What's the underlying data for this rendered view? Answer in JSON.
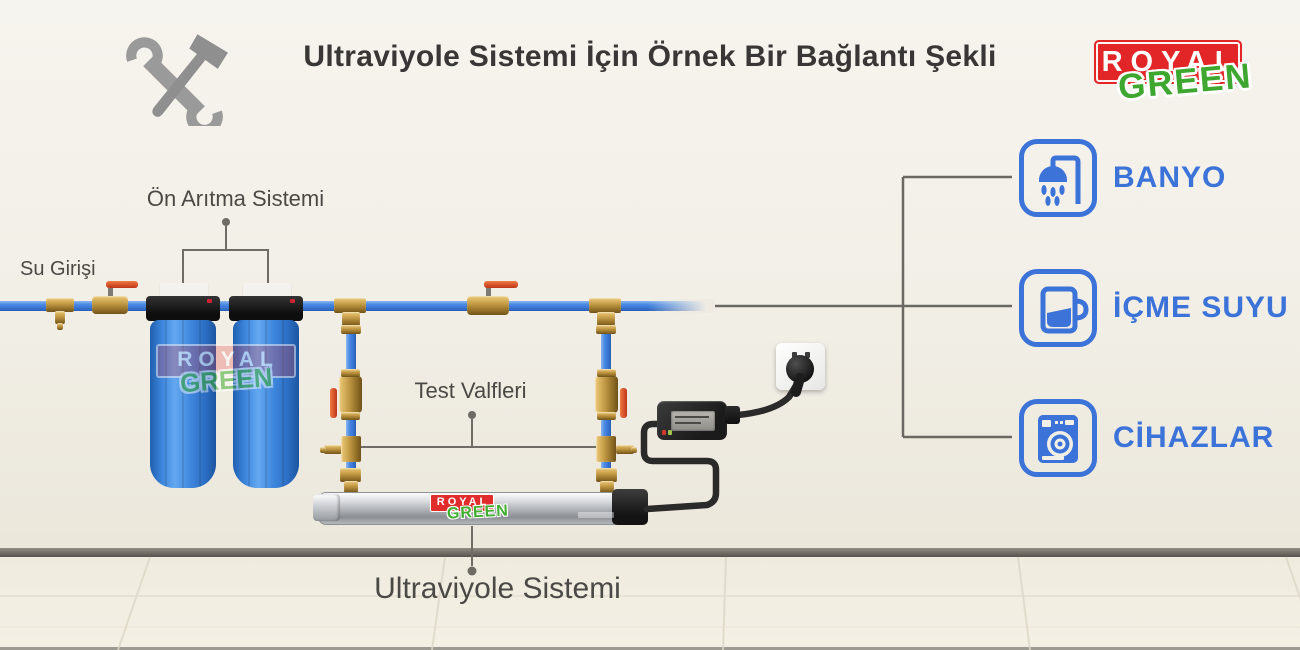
{
  "header": {
    "title": "Ultraviyole Sistemi İçin Örnek Bir Bağlantı Şekli",
    "logo": {
      "royal": "ROYAL",
      "green": "GREEN"
    }
  },
  "annotations": {
    "su_girisi": "Su Girişi",
    "on_aritma": "Ön Arıtma Sistemi",
    "test_valfleri": "Test Valfleri",
    "ultraviyole": "Ultraviyole Sistemi"
  },
  "outputs": [
    {
      "label": "BANYO",
      "icon": "shower-icon"
    },
    {
      "label": "İÇME SUYU",
      "icon": "drinking-water-icon"
    },
    {
      "label": "CİHAZLAR",
      "icon": "washing-machine-icon"
    }
  ],
  "watermarks": {
    "filters": {
      "royal": "ROYAL",
      "green": "GREEN"
    },
    "uv_unit": {
      "royal": "ROYAL",
      "green": "GREEN"
    }
  },
  "colors": {
    "accent_blue": "#3b73d9",
    "pipe_blue": "#3f7fdd",
    "logo_red": "#e22526",
    "logo_green": "#3da72f",
    "brass": "#c59c47",
    "valve_handle_red": "#d8432a",
    "label_gray": "#4b4945",
    "line_gray": "#6b6863"
  }
}
